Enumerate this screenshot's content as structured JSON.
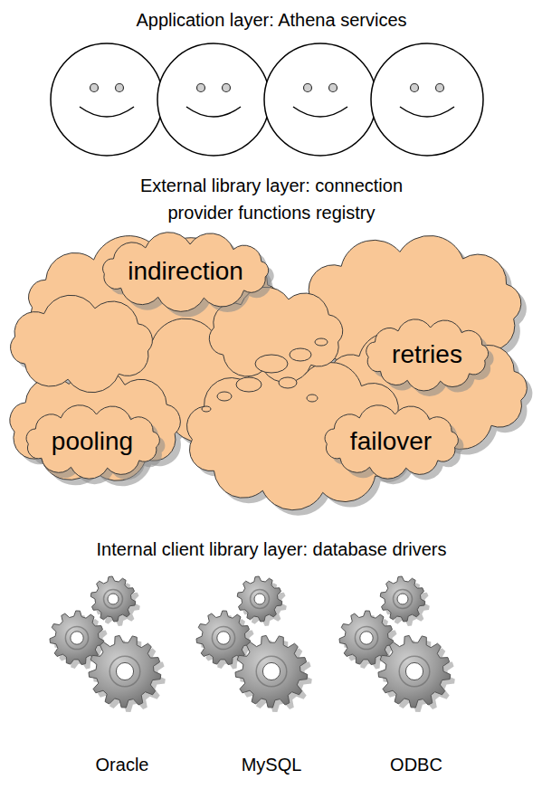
{
  "diagram": {
    "nodes": [
      {
        "text": [
          "indirection"
        ]
      },
      {
        "text": [
          "retries"
        ]
      },
      {
        "text": [
          "pooling"
        ]
      },
      {
        "text": [
          "failover"
        ]
      }
    ],
    "labels": [
      "Application layer: Athena services",
      "External library layer: connection provider functions registry",
      "Internal client library layer: database drivers",
      "Oracle",
      "MySQL",
      "ODBC"
    ]
  }
}
